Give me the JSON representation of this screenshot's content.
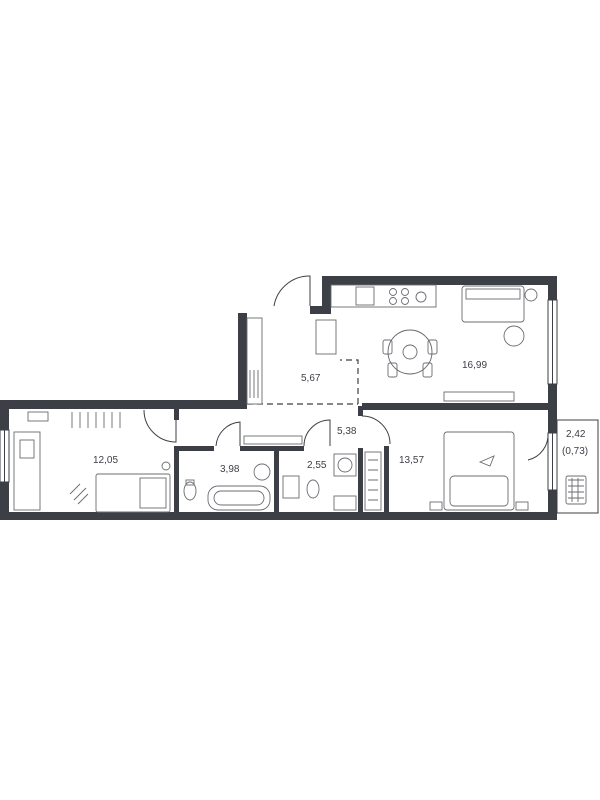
{
  "rooms": {
    "living_kitchen": {
      "area": "16,99"
    },
    "hallway": {
      "area": "5,67"
    },
    "corridor": {
      "area": "5,38"
    },
    "bedroom_left": {
      "area": "12,05"
    },
    "bathroom": {
      "area": "3,98"
    },
    "toilet": {
      "area": "2,55"
    },
    "bedroom_right": {
      "area": "13,57"
    },
    "balcony": {
      "area": "2,42",
      "reduced_area": "(0,73)"
    }
  },
  "colors": {
    "wall": "#3d3f46",
    "furniture": "#6a6c72",
    "background": "#ffffff"
  }
}
